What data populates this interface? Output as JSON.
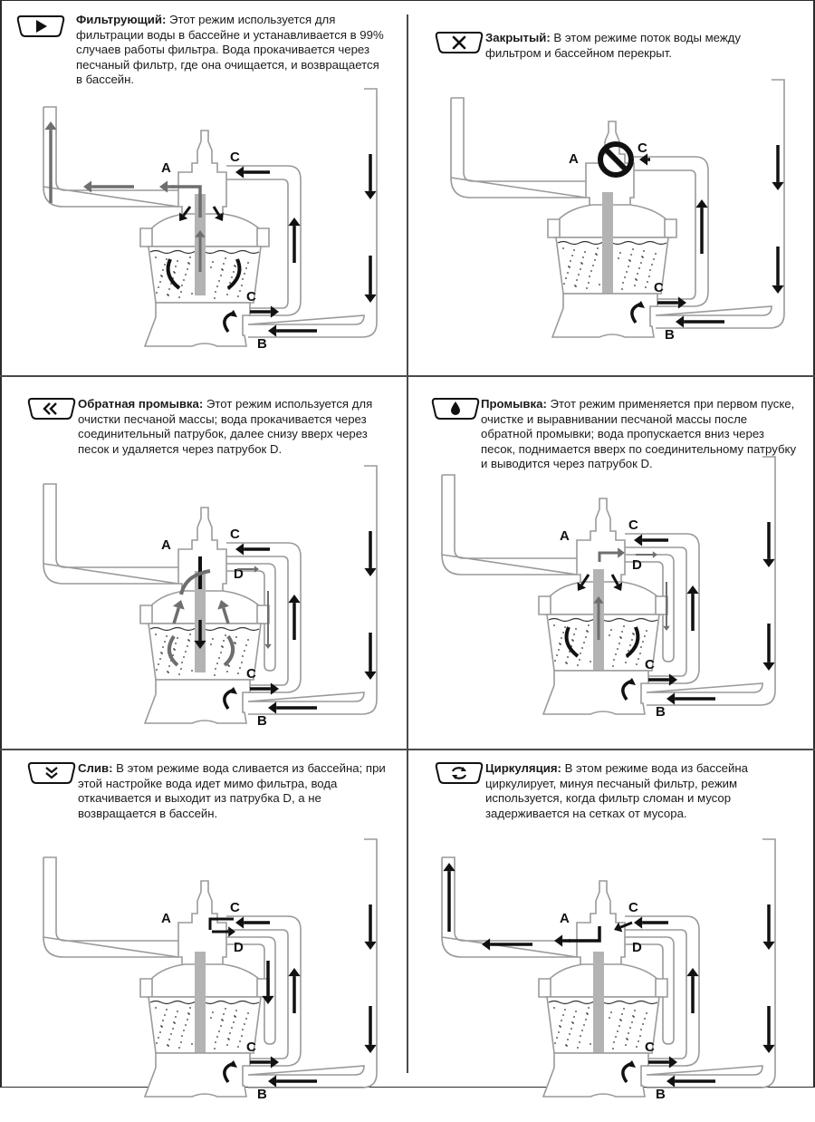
{
  "title": "Режимы работы песочного фильтра",
  "colors": {
    "pipe_outline": "#9a9a9a",
    "arrow_dark": "#111111",
    "arrow_gray": "#6e6e6e",
    "center_tube": "#b3b3b3",
    "divider": "#4a4a4a"
  },
  "port_labels": {
    "a": "A",
    "b": "B",
    "c": "C",
    "d": "D"
  },
  "modes": [
    {
      "id": "filter",
      "icon": "play-icon",
      "title": "Фильтрующий:",
      "text": " Этот режим используется для фильтрации воды в бассейне и устанавливается в 99% случаев работы фильтра. Вода прокачивается через песчаный фильтр, где она очищается, и возвращается в бассейн."
    },
    {
      "id": "closed",
      "icon": "close-x-icon",
      "title": "Закрытый:",
      "text": " В этом режиме поток воды между фильтром и бассейном перекрыт."
    },
    {
      "id": "backwash",
      "icon": "double-chevron-left-icon",
      "title": "Обратная промывка:",
      "text": " Этот режим используется для очистки песчаной массы; вода прокачивается через соединительный патрубок, далее снизу вверх через песок и удаляется через патрубок D."
    },
    {
      "id": "rinse",
      "icon": "water-drop-icon",
      "title": "Промывка:",
      "text": " Этот режим применяется при первом пуске, очистке и выравнивании песчаной массы после обратной промывки; вода пропускается вниз через песок, поднимается вверх по соединительному патрубку и выводится через патрубок D."
    },
    {
      "id": "waste",
      "icon": "double-chevron-down-icon",
      "title": "Слив:",
      "text": " В этом режиме вода сливается из бассейна; при этой настройке вода идет мимо фильтра, вода откачивается и выходит из патрубка D, а не возвращается в бассейн."
    },
    {
      "id": "recirculate",
      "icon": "recirculate-arrows-icon",
      "title": "Циркуляция:",
      "text": " В этом режиме вода из бассейна циркулирует, минуя песчаный фильтр, режим используется, когда фильтр сломан и мусор задерживается на сетках от мусора."
    }
  ]
}
